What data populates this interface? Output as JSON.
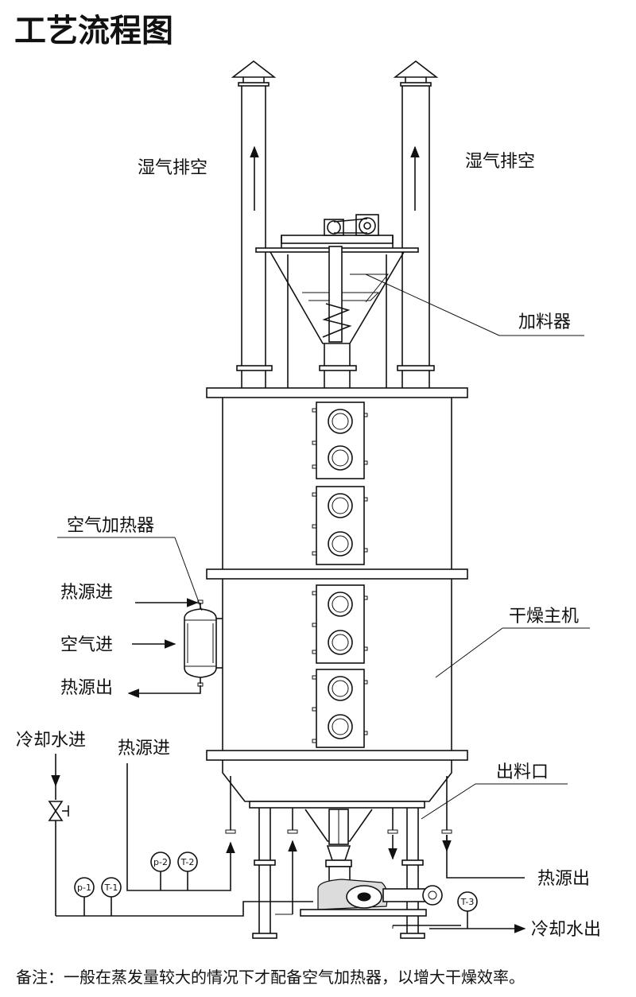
{
  "title": "工艺流程图",
  "labels": {
    "wet_exhaust_left": "湿气排空",
    "wet_exhaust_right": "湿气排空",
    "feeder": "加料器",
    "air_heater": "空气加热器",
    "heat_in_upper": "热源进",
    "air_in": "空气进",
    "heat_out_upper": "热源出",
    "dryer_main": "干燥主机",
    "cooling_water_in": "冷却水进",
    "heat_in_lower": "热源进",
    "outlet": "出料口",
    "heat_out_lower": "热源出",
    "cooling_water_out": "冷却水出"
  },
  "gauges": [
    "p-1",
    "T-1",
    "p-2",
    "T-2",
    "T-3"
  ],
  "note": "备注：一般在蒸发量较大的情况下才配备空气加热器，以增大干燥效率。"
}
